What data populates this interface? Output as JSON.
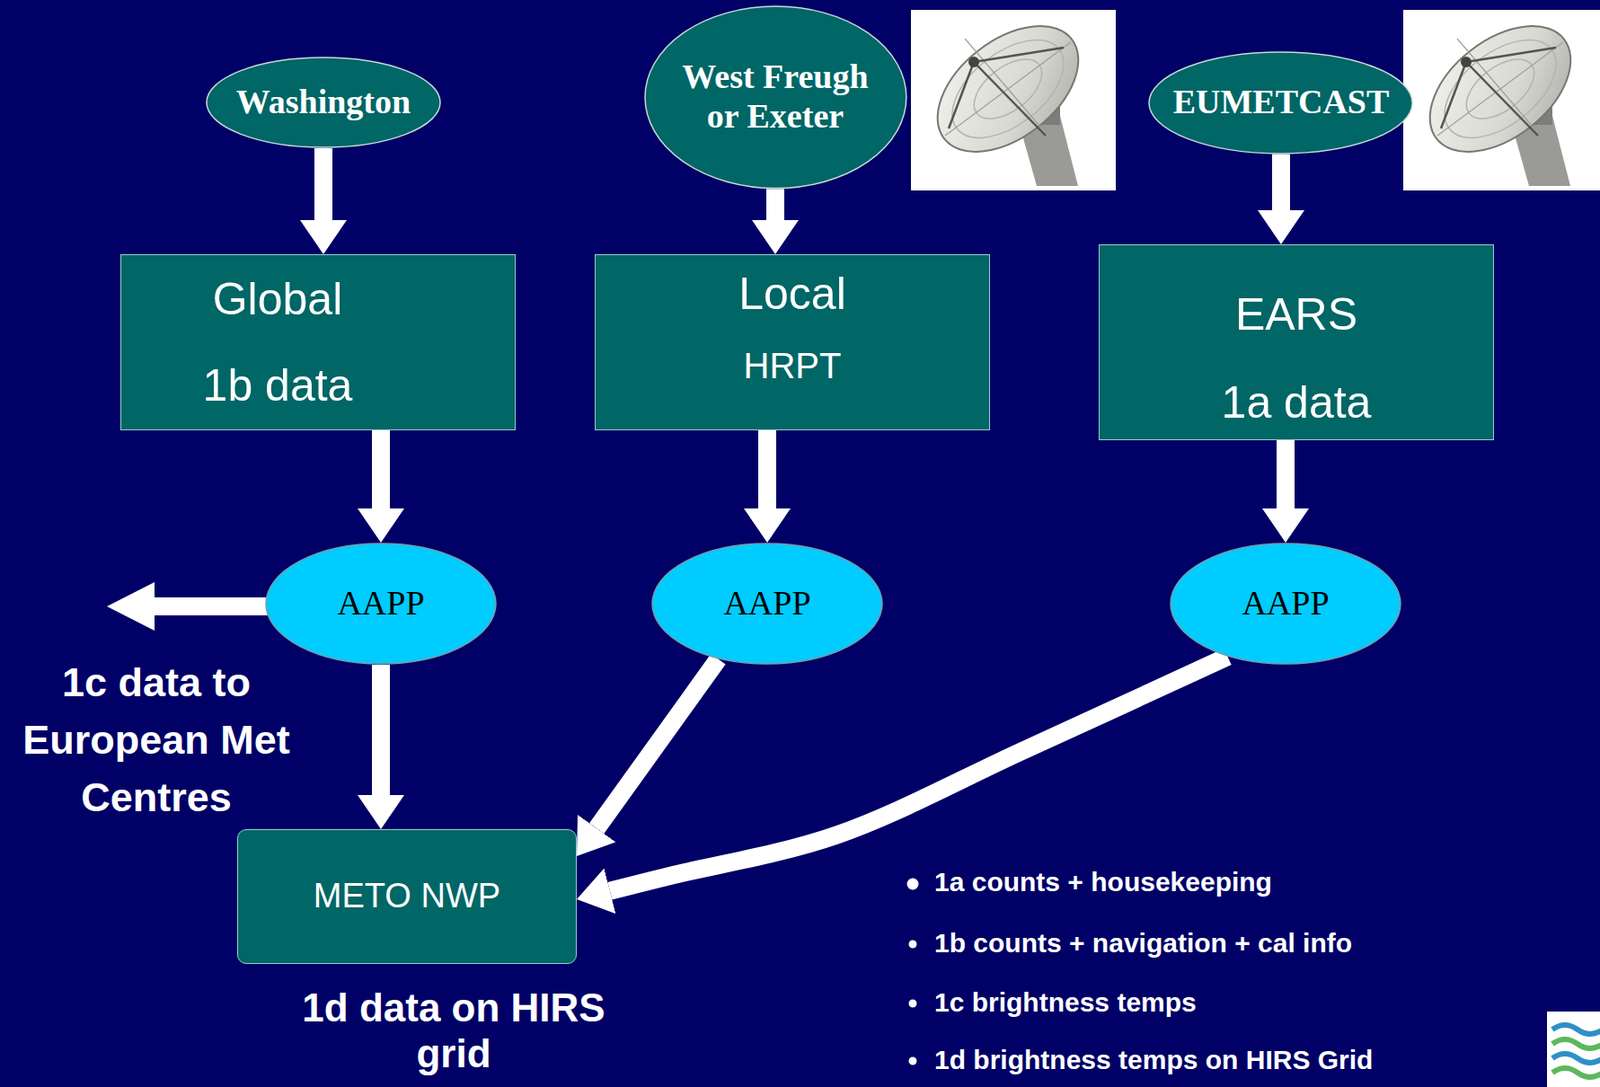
{
  "diagram": {
    "nodes": [
      {
        "text": [
          "Washington"
        ]
      },
      {
        "text": [
          "West Freugh or Exeter"
        ]
      },
      {
        "text": [
          "EUMETCAST"
        ]
      },
      {
        "text": [
          "Global",
          "1b data"
        ]
      },
      {
        "text": [
          "Local",
          "HRPT"
        ]
      },
      {
        "text": [
          "EARS",
          "1a data"
        ]
      },
      {
        "text": [
          "AAPP"
        ]
      },
      {
        "text": [
          "AAPP"
        ]
      },
      {
        "text": [
          "AAPP"
        ]
      },
      {
        "text": [
          "METO NWP"
        ]
      }
    ],
    "edges": [
      {
        "from": 0,
        "to": 3,
        "arrow": "to"
      },
      {
        "from": 1,
        "to": 4,
        "arrow": "to"
      },
      {
        "from": 2,
        "to": 5,
        "arrow": "to"
      },
      {
        "from": 3,
        "to": 6,
        "arrow": "to"
      },
      {
        "from": 4,
        "to": 7,
        "arrow": "to"
      },
      {
        "from": 5,
        "to": 8,
        "arrow": "to"
      },
      {
        "from": 6,
        "to": 9,
        "arrow": "to"
      },
      {
        "from": 7,
        "to": 9,
        "arrow": "to"
      },
      {
        "from": 8,
        "to": 9,
        "arrow": "to"
      }
    ],
    "labels": [
      "1c data to European Met Centres",
      "1d data on HIRS grid",
      "1a counts + housekeeping",
      "1b counts + navigation + cal info",
      "1c brightness temps",
      "1d brightness temps on HIRS Grid"
    ]
  }
}
